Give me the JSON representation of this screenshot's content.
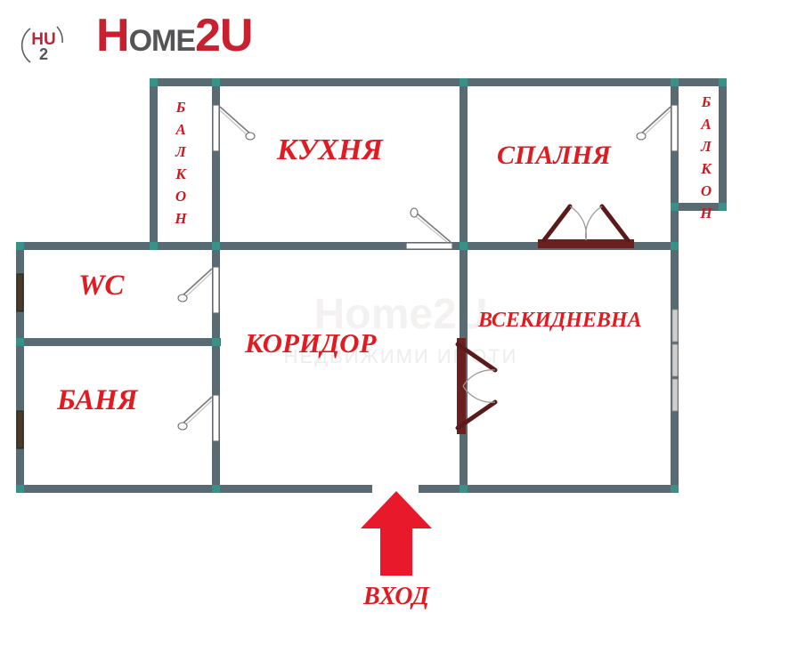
{
  "brand": {
    "badge": {
      "top_text": "HU",
      "bottom_text": "2"
    },
    "wordmark": {
      "part1": "H",
      "part2": "OME",
      "part3": "2U"
    },
    "colors": {
      "red": "#c8202f",
      "gray": "#555558"
    }
  },
  "watermark": {
    "mark": "Home2U",
    "text": "НЕДВИЖИМИ ИМОТИ"
  },
  "plan": {
    "wall_color": "#5a6a72",
    "node_color": "#2f9e8f",
    "door_color": "#6b2020",
    "window_dark_color": "#4a3a2a",
    "window_light_color": "#c9c9c9",
    "label_color": "#e01b22",
    "rooms": [
      {
        "id": "balkon-left",
        "label": "БАЛКОН",
        "orientation": "vertical"
      },
      {
        "id": "kuhnya",
        "label": "КУХНЯ",
        "orientation": "horizontal"
      },
      {
        "id": "spalnya",
        "label": "СПАЛНЯ",
        "orientation": "horizontal"
      },
      {
        "id": "balkon-right",
        "label": "БАЛКОН",
        "orientation": "vertical"
      },
      {
        "id": "wc",
        "label": "WC",
        "orientation": "horizontal"
      },
      {
        "id": "banya",
        "label": "БАНЯ",
        "orientation": "horizontal"
      },
      {
        "id": "koridor",
        "label": "КОРИДОР",
        "orientation": "horizontal"
      },
      {
        "id": "vsekidnevna",
        "label": "ВСЕКИДНЕВНА",
        "orientation": "horizontal"
      }
    ]
  },
  "entrance": {
    "label": "ВХОД",
    "arrow_color": "#e8192a",
    "direction": "up"
  }
}
